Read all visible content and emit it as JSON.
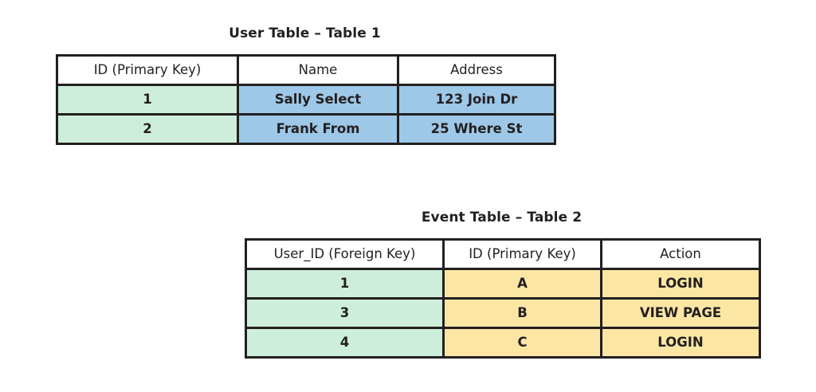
{
  "colors": {
    "green": "#cdeeda",
    "blue": "#9dc8e8",
    "yellow": "#fce6a4",
    "border": "#231f20",
    "text": "#231f20",
    "background": "#ffffff"
  },
  "tables": [
    {
      "id": "user-table",
      "title": "User Table – Table 1",
      "columns": [
        "ID (Primary Key)",
        "Name",
        "Address"
      ],
      "rows": [
        [
          "1",
          "Sally Select",
          "123 Join Dr"
        ],
        [
          "2",
          "Frank From",
          "25 Where St"
        ]
      ]
    },
    {
      "id": "event-table",
      "title": "Event Table – Table 2",
      "columns": [
        "User_ID (Foreign Key)",
        "ID (Primary Key)",
        "Action"
      ],
      "rows": [
        [
          "1",
          "A",
          "LOGIN"
        ],
        [
          "3",
          "B",
          "VIEW PAGE"
        ],
        [
          "4",
          "C",
          "LOGIN"
        ]
      ]
    }
  ]
}
